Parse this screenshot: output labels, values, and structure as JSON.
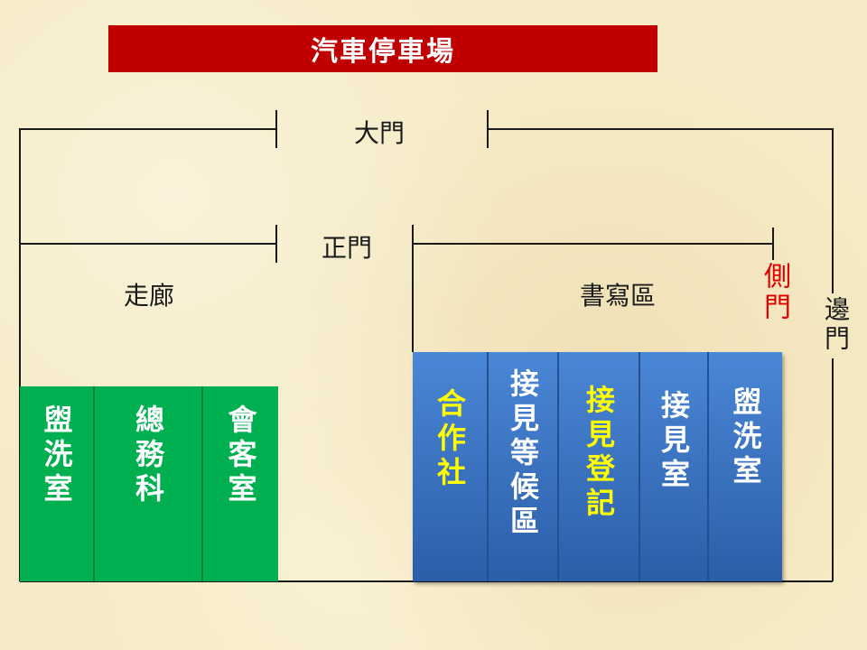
{
  "title": "汽車停車場",
  "gates": {
    "main_gate": "大門",
    "front_gate": "正門",
    "side_gate": "側門",
    "edge_gate": "邊門"
  },
  "areas": {
    "corridor": "走廊",
    "writing_area": "書寫區"
  },
  "left_rooms": [
    {
      "label": "盥洗室"
    },
    {
      "label": "總務科"
    },
    {
      "label": "會客室"
    }
  ],
  "right_rooms": [
    {
      "label": "合作社",
      "color": "#ffff00"
    },
    {
      "label": "接見等候區",
      "color": "#ffffff"
    },
    {
      "label": "接見登記",
      "color": "#ffff00"
    },
    {
      "label": "接見室",
      "color": "#ffffff"
    },
    {
      "label": "盥洗室",
      "color": "#ffffff"
    }
  ],
  "colors": {
    "banner": "#c00000",
    "left_rooms_fill": "#00b050",
    "right_rooms_fill": "#3f75c4",
    "side_gate_text": "#e00000",
    "highlight_text": "#ffff00"
  }
}
